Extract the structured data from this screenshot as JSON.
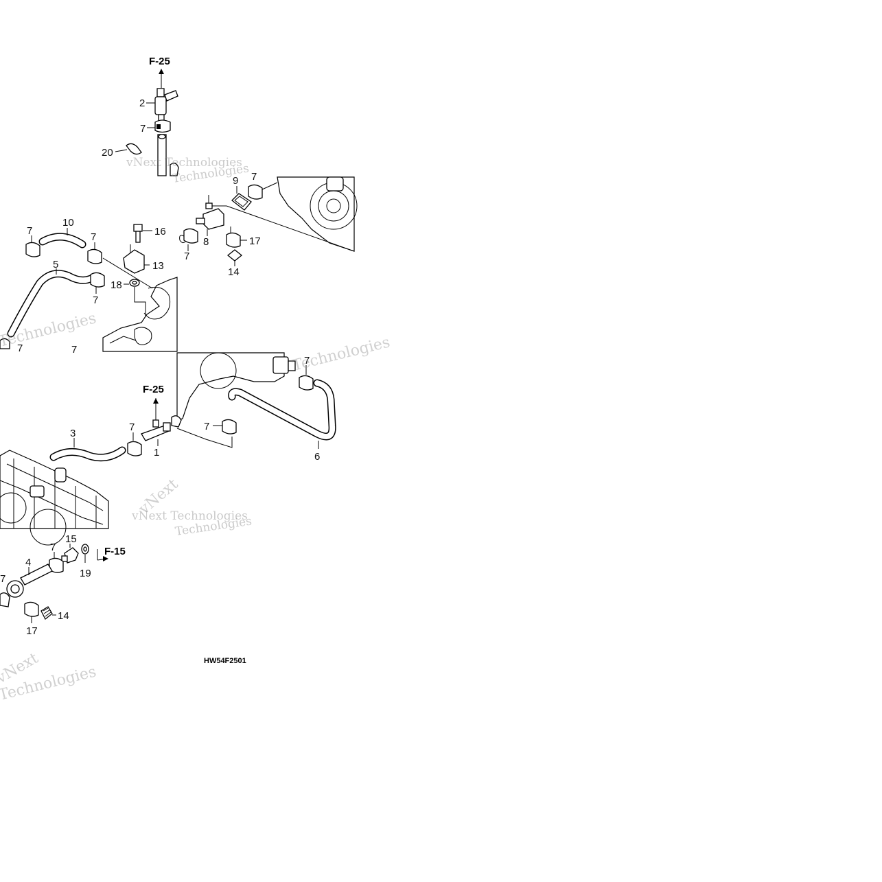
{
  "diagram": {
    "drawing_code": "HW54F2501",
    "watermark_lines": [
      "vNext",
      "Technologies",
      "vNext Technologies"
    ],
    "references": {
      "f25_top": "F-25",
      "f25_mid": "F-25",
      "f15": "F-15"
    },
    "callouts": {
      "top_2": "2",
      "top_7": "7",
      "top_20": "20",
      "s1_7a": "7",
      "s1_10": "10",
      "s1_7b": "7",
      "s1_16": "16",
      "s1_13": "13",
      "s1_5": "5",
      "s1_18": "18",
      "s1_7c": "7",
      "s1_7d": "7",
      "s1_7e": "7",
      "s2_9": "9",
      "s2_7": "7",
      "s2_7b": "7",
      "s2_8": "8",
      "s2_17": "17",
      "s2_14": "14",
      "s3_3": "3",
      "s3_7": "7",
      "s3_1": "1",
      "s4_7a": "7",
      "s4_7b": "7",
      "s4_6": "6",
      "s5_15": "15",
      "s5_7a": "7",
      "s5_4": "4",
      "s5_19": "19",
      "s5_7b": "7",
      "s5_14": "14",
      "s5_17": "17"
    }
  }
}
